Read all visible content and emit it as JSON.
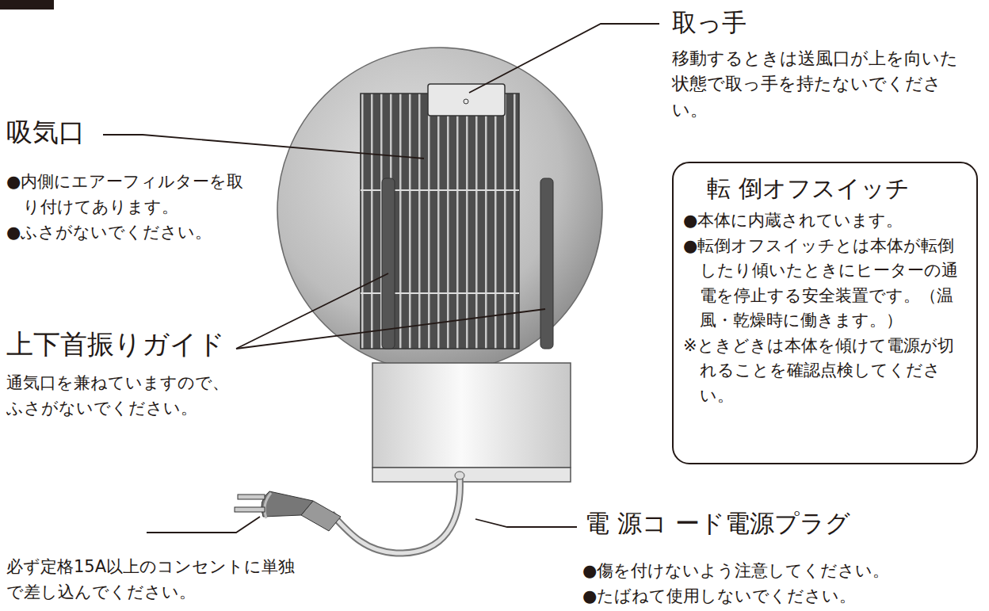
{
  "diagram": {
    "nodes": [
      {
        "text": [
          "転 倒オフスイッチ",
          "●本体に内蔵されています。",
          "●転倒オフスイッチとは本体が転倒したり傾いたときにヒーターの通電を停止する安全装置です。（温風・乾燥時に働きます。）",
          "※ときどきは本体を傾けて電源が切れることを確認点検してください。"
        ]
      }
    ],
    "labels": [
      "取っ手",
      "移動するときは送風口が上を向いた状態で取っ手を持たないでください。",
      "吸気口",
      "●内側にエアーフィルターを取り付けてあります。",
      "●ふさがないでください。",
      "上下首振りガイド",
      "通気口を兼ねていますので、ふさがないでください。",
      "必ず定格15A以上のコンセントに単独で差し込んでください。",
      "電 源コ ード電源プラグ",
      "●傷を付けないよう注意してください。",
      "●たばねて使用しないでください。"
    ]
  }
}
